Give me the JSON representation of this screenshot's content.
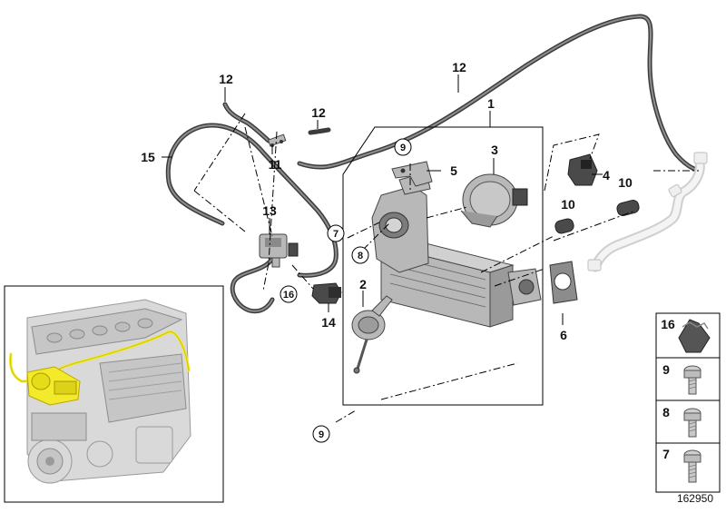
{
  "diagram_id": "162950",
  "callouts": {
    "c1": "1",
    "c2": "2",
    "c3": "3",
    "c4": "4",
    "c5": "5",
    "c6": "6",
    "c7": "7",
    "c8": "8",
    "c9a": "9",
    "c9b": "9",
    "c10a": "10",
    "c10b": "10",
    "c11": "11",
    "c12a": "12",
    "c12b": "12",
    "c12c": "12",
    "c13": "13",
    "c14": "14",
    "c15": "15",
    "c16": "16"
  },
  "sidebar": {
    "items": [
      {
        "label": "16"
      },
      {
        "label": "9"
      },
      {
        "label": "8"
      },
      {
        "label": "7"
      }
    ]
  },
  "colors": {
    "highlight": "#f2ea2a",
    "hose": "#3c3c3c",
    "line": "#000000"
  }
}
